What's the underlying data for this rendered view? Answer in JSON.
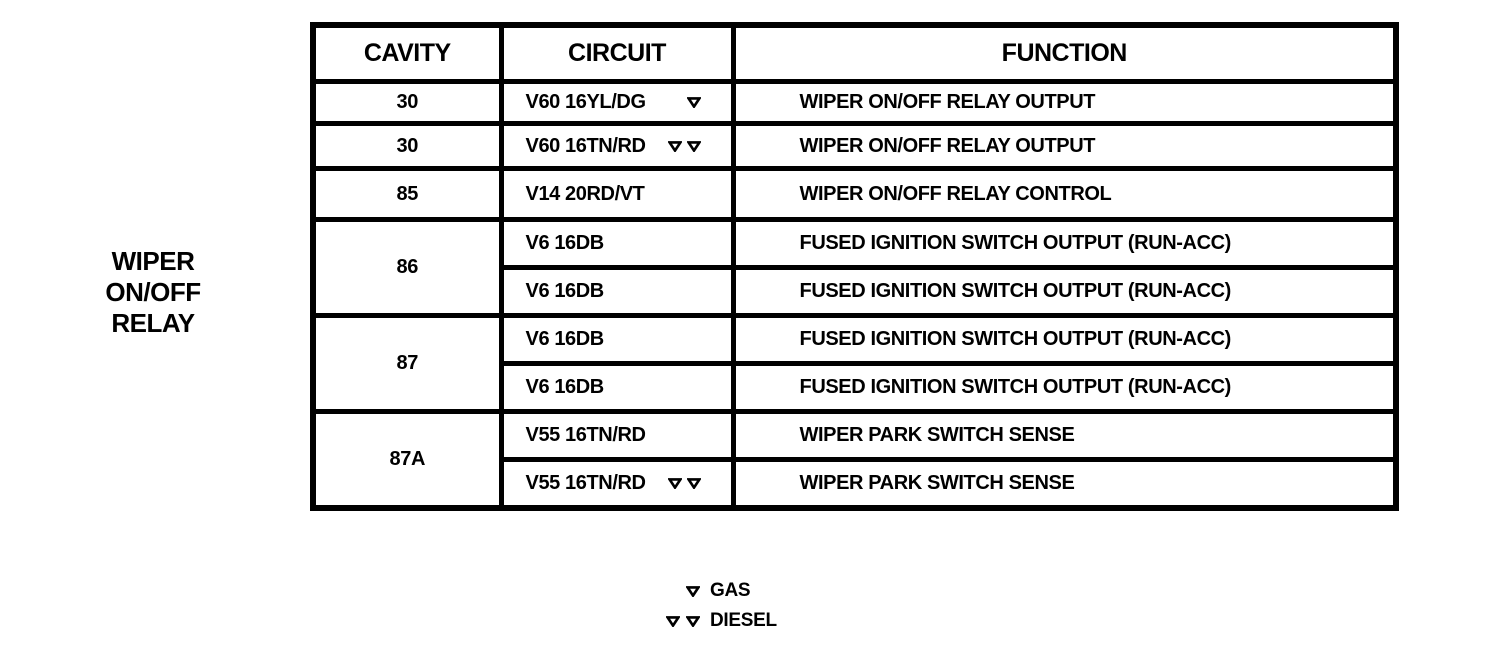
{
  "relay_label": {
    "lines": [
      "WIPER",
      "ON/OFF",
      "RELAY"
    ]
  },
  "table": {
    "headers": {
      "cavity": "CAVITY",
      "circuit": "CIRCUIT",
      "function": "FUNCTION"
    },
    "rows": [
      {
        "cavity": "30",
        "circuit": "V60 16YL/DG",
        "markers": 1,
        "function": "WIPER ON/OFF RELAY OUTPUT"
      },
      {
        "cavity": "30",
        "circuit": "V60 16TN/RD",
        "markers": 2,
        "function": "WIPER ON/OFF RELAY OUTPUT"
      },
      {
        "cavity": "85",
        "circuit": "V14 20RD/VT",
        "markers": 0,
        "function": "WIPER ON/OFF RELAY CONTROL"
      },
      {
        "cavity": "86",
        "circuit": "V6 16DB",
        "markers": 0,
        "function": "FUSED IGNITION SWITCH OUTPUT (RUN-ACC)"
      },
      {
        "circuit": "V6 16DB",
        "markers": 0,
        "function": "FUSED IGNITION SWITCH OUTPUT (RUN-ACC)"
      },
      {
        "cavity": "87",
        "circuit": "V6 16DB",
        "markers": 0,
        "function": "FUSED IGNITION SWITCH OUTPUT (RUN-ACC)"
      },
      {
        "circuit": "V6 16DB",
        "markers": 0,
        "function": "FUSED IGNITION SWITCH OUTPUT (RUN-ACC)"
      },
      {
        "cavity": "87A",
        "circuit": "V55 16TN/RD",
        "markers": 0,
        "function": "WIPER PARK SWITCH SENSE"
      },
      {
        "circuit": "V55 16TN/RD",
        "markers": 2,
        "function": "WIPER PARK SWITCH SENSE"
      }
    ]
  },
  "legend": {
    "items": [
      {
        "marker_count": 1,
        "label": "GAS"
      },
      {
        "marker_count": 2,
        "label": "DIESEL"
      }
    ]
  },
  "icons": {
    "marker": "down-triangle-icon"
  },
  "colors": {
    "ink": "#000000",
    "paper": "#ffffff"
  }
}
